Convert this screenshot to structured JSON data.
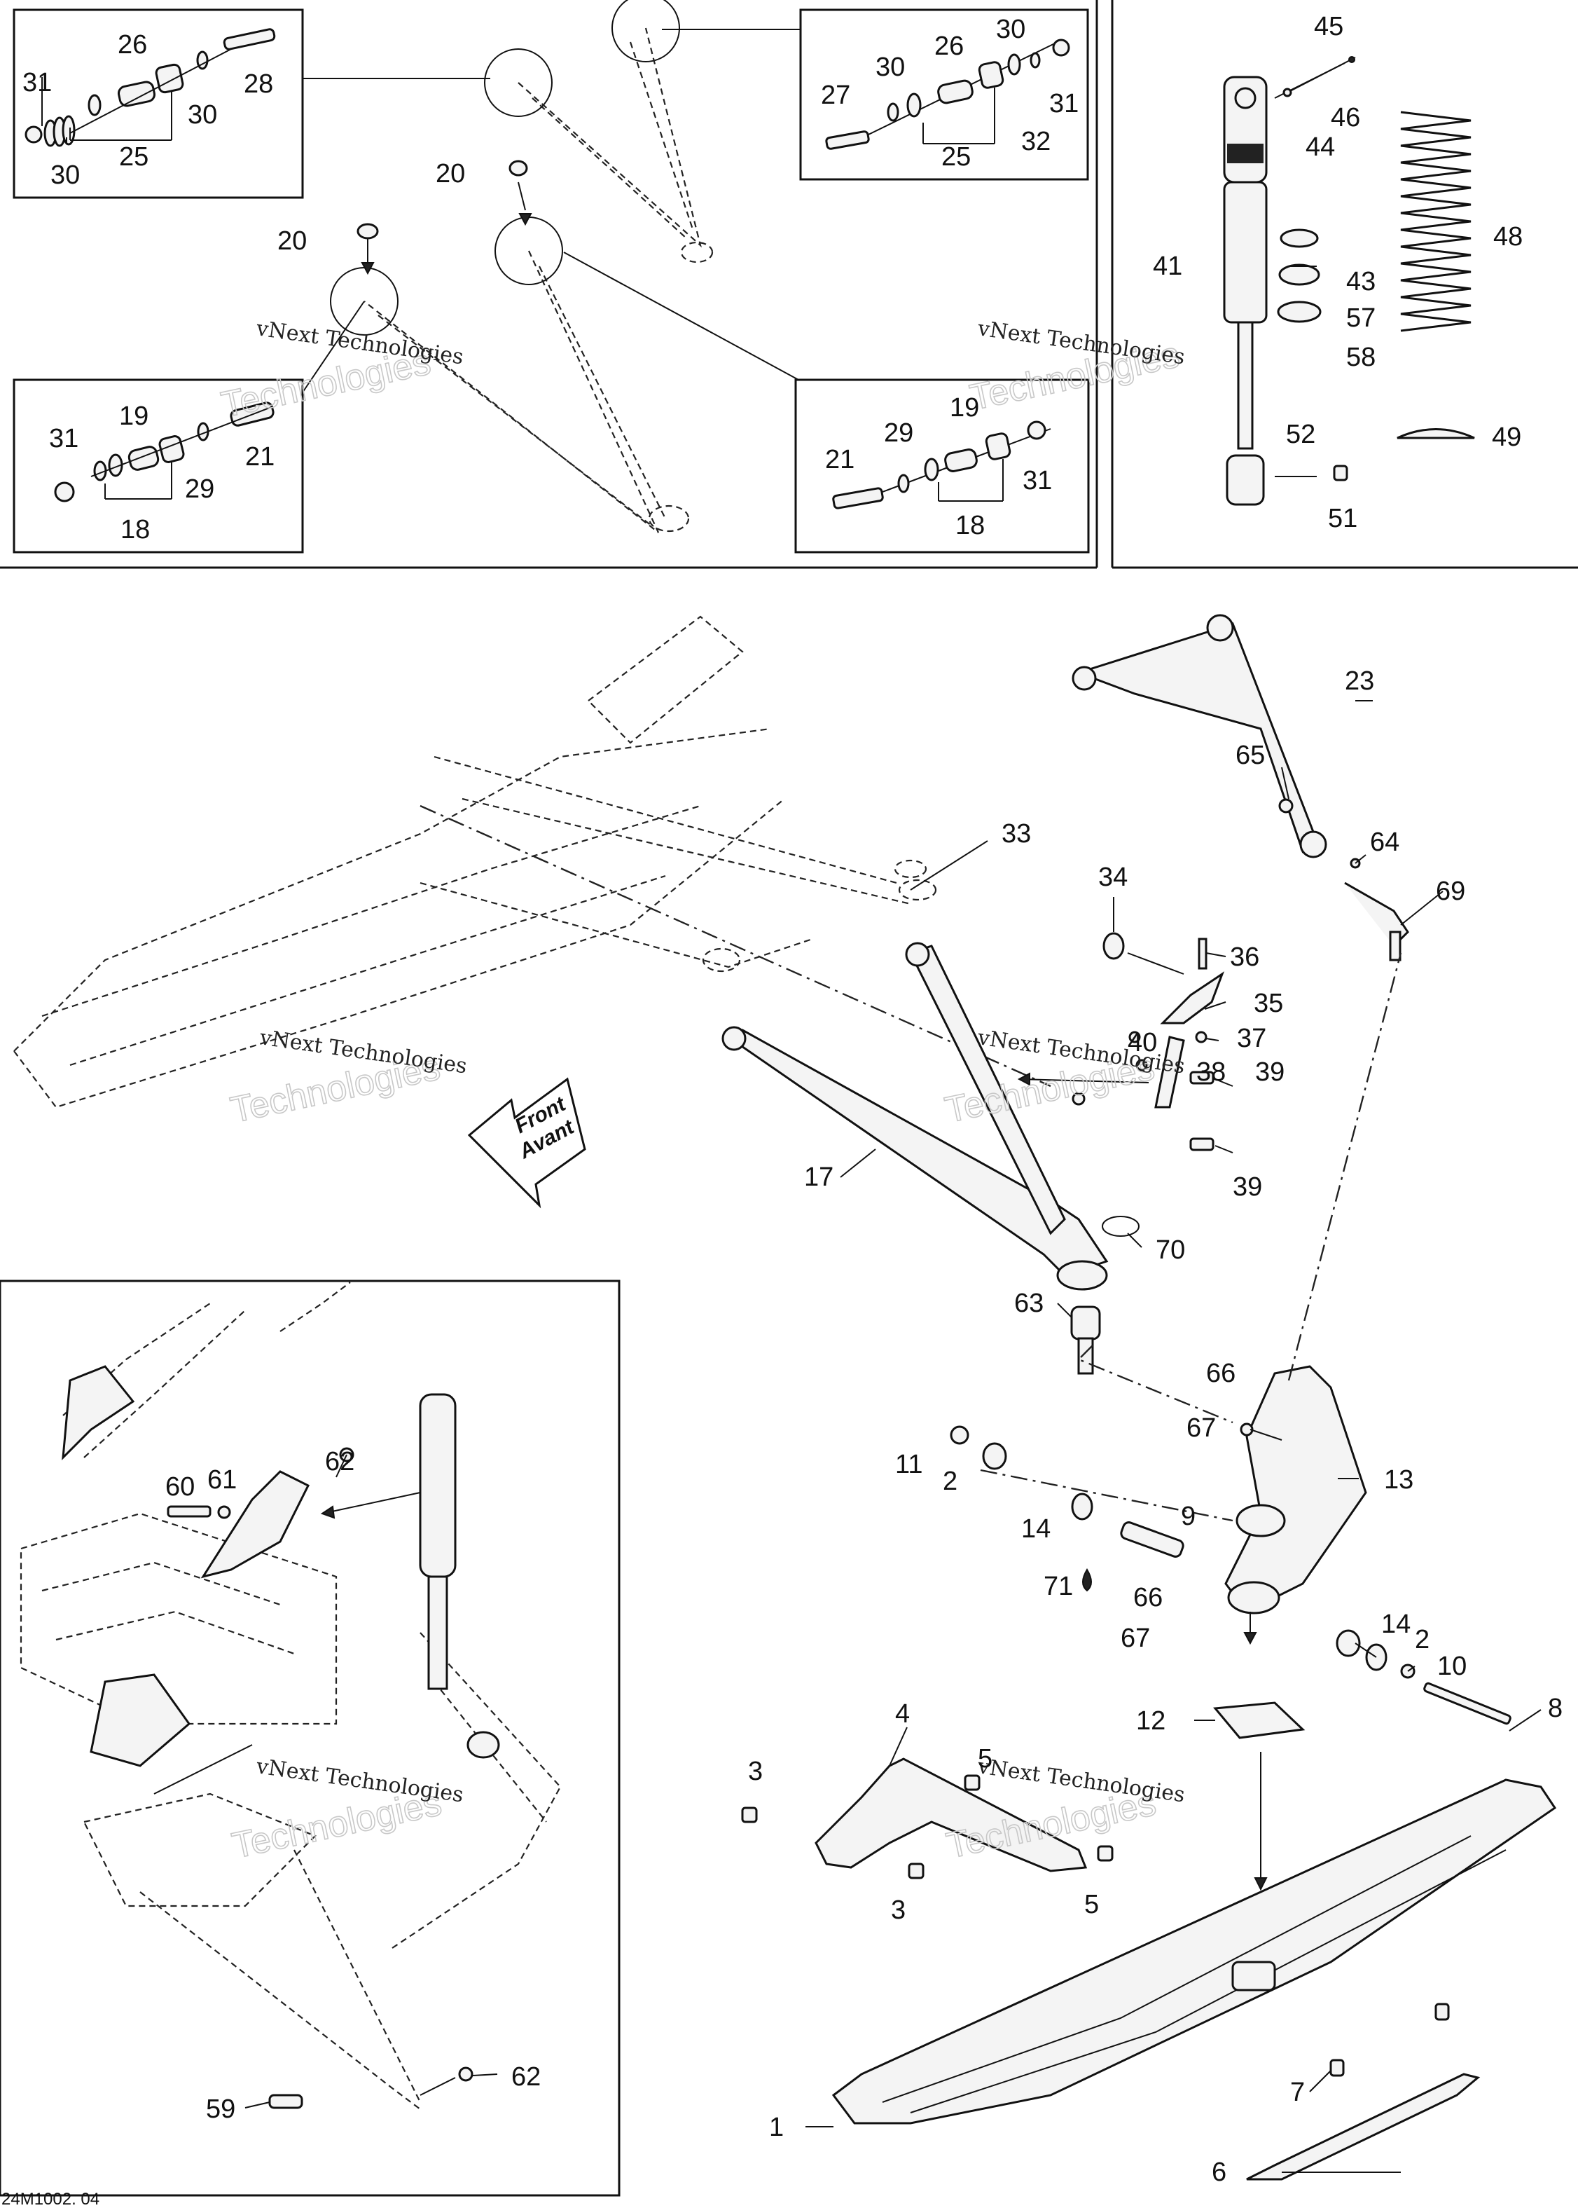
{
  "diagram": {
    "reference_code": "24M1002. 04",
    "direction_arrow": {
      "line1": "Front",
      "line2": "Avant"
    },
    "watermark": {
      "line1": "vNext Technologies",
      "line2": "Technologies"
    },
    "callouts": [
      {
        "id": "c31a",
        "label": "31"
      },
      {
        "id": "c26a",
        "label": "26"
      },
      {
        "id": "c28",
        "label": "28"
      },
      {
        "id": "c30a",
        "label": "30"
      },
      {
        "id": "c30b",
        "label": "30"
      },
      {
        "id": "c25a",
        "label": "25"
      },
      {
        "id": "c27",
        "label": "27"
      },
      {
        "id": "c30c",
        "label": "30"
      },
      {
        "id": "c26b",
        "label": "26"
      },
      {
        "id": "c30d",
        "label": "30"
      },
      {
        "id": "c31b",
        "label": "31"
      },
      {
        "id": "c32",
        "label": "32"
      },
      {
        "id": "c25b",
        "label": "25"
      },
      {
        "id": "c20a",
        "label": "20"
      },
      {
        "id": "c20b",
        "label": "20"
      },
      {
        "id": "c31c",
        "label": "31"
      },
      {
        "id": "c19a",
        "label": "19"
      },
      {
        "id": "c21a",
        "label": "21"
      },
      {
        "id": "c29a",
        "label": "29"
      },
      {
        "id": "c18a",
        "label": "18"
      },
      {
        "id": "c21b",
        "label": "21"
      },
      {
        "id": "c29b",
        "label": "29"
      },
      {
        "id": "c19b",
        "label": "19"
      },
      {
        "id": "c31d",
        "label": "31"
      },
      {
        "id": "c18b",
        "label": "18"
      },
      {
        "id": "c45",
        "label": "45"
      },
      {
        "id": "c46",
        "label": "46"
      },
      {
        "id": "c44",
        "label": "44"
      },
      {
        "id": "c48",
        "label": "48"
      },
      {
        "id": "c41",
        "label": "41"
      },
      {
        "id": "c43",
        "label": "43"
      },
      {
        "id": "c57",
        "label": "57"
      },
      {
        "id": "c58",
        "label": "58"
      },
      {
        "id": "c49",
        "label": "49"
      },
      {
        "id": "c52",
        "label": "52"
      },
      {
        "id": "c51",
        "label": "51"
      },
      {
        "id": "c23",
        "label": "23"
      },
      {
        "id": "c65",
        "label": "65"
      },
      {
        "id": "c64",
        "label": "64"
      },
      {
        "id": "c69",
        "label": "69"
      },
      {
        "id": "c33",
        "label": "33"
      },
      {
        "id": "c34",
        "label": "34"
      },
      {
        "id": "c36",
        "label": "36"
      },
      {
        "id": "c35",
        "label": "35"
      },
      {
        "id": "c40",
        "label": "40"
      },
      {
        "id": "c37",
        "label": "37"
      },
      {
        "id": "c38",
        "label": "38"
      },
      {
        "id": "c39a",
        "label": "39"
      },
      {
        "id": "c39b",
        "label": "39"
      },
      {
        "id": "c17",
        "label": "17"
      },
      {
        "id": "c70",
        "label": "70"
      },
      {
        "id": "c63",
        "label": "63"
      },
      {
        "id": "c66a",
        "label": "66"
      },
      {
        "id": "c67a",
        "label": "67"
      },
      {
        "id": "c13",
        "label": "13"
      },
      {
        "id": "c11",
        "label": "11"
      },
      {
        "id": "c2a",
        "label": "2"
      },
      {
        "id": "c14a",
        "label": "14"
      },
      {
        "id": "c9",
        "label": "9"
      },
      {
        "id": "c71",
        "label": "71"
      },
      {
        "id": "c66b",
        "label": "66"
      },
      {
        "id": "c67b",
        "label": "67"
      },
      {
        "id": "c14b",
        "label": "14"
      },
      {
        "id": "c2b",
        "label": "2"
      },
      {
        "id": "c10",
        "label": "10"
      },
      {
        "id": "c8",
        "label": "8"
      },
      {
        "id": "c12",
        "label": "12"
      },
      {
        "id": "c4",
        "label": "4"
      },
      {
        "id": "c5a",
        "label": "5"
      },
      {
        "id": "c3a",
        "label": "3"
      },
      {
        "id": "c3b",
        "label": "3"
      },
      {
        "id": "c5b",
        "label": "5"
      },
      {
        "id": "c1",
        "label": "1"
      },
      {
        "id": "c7",
        "label": "7"
      },
      {
        "id": "c6",
        "label": "6"
      },
      {
        "id": "c62a",
        "label": "62"
      },
      {
        "id": "c60",
        "label": "60"
      },
      {
        "id": "c61",
        "label": "61"
      },
      {
        "id": "c59",
        "label": "59"
      },
      {
        "id": "c62b",
        "label": "62"
      }
    ]
  }
}
